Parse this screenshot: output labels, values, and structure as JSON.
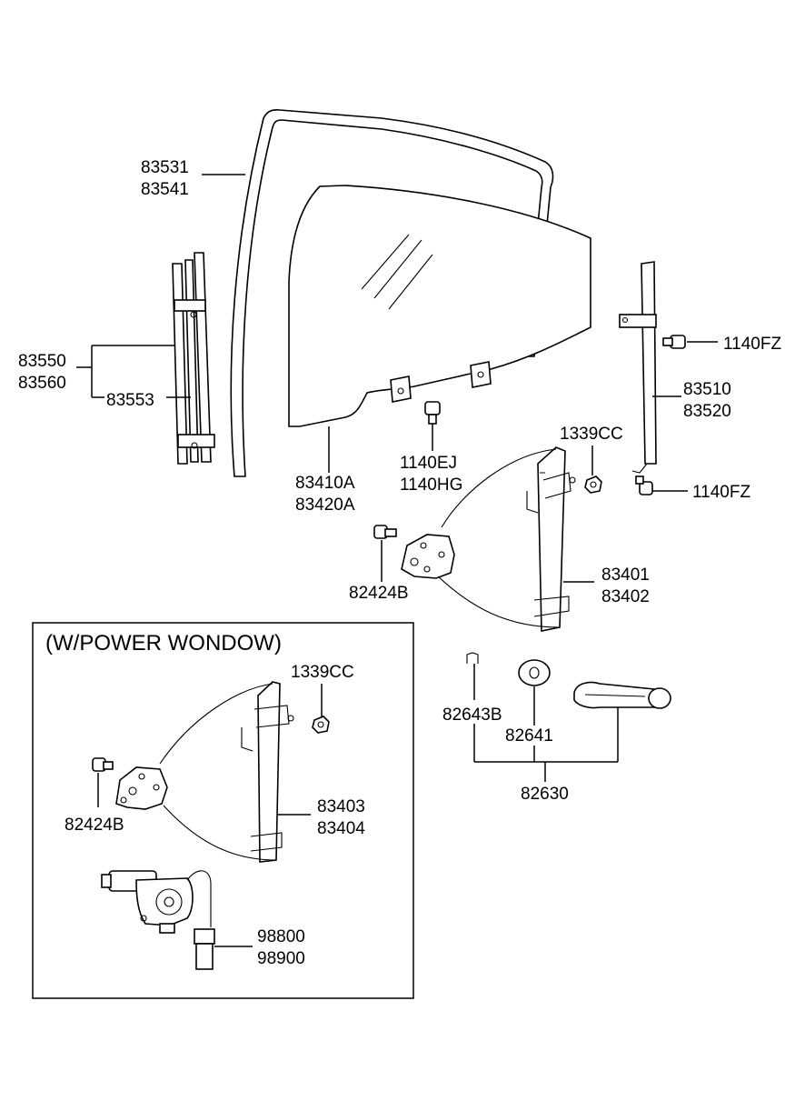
{
  "labels": {
    "p83531": "83531",
    "p83541": "83541",
    "p83550": "83550",
    "p83560": "83560",
    "p83553": "83553",
    "p83410A": "83410A",
    "p83420A": "83420A",
    "p1140EJ": "1140EJ",
    "p1140HG": "1140HG",
    "p1140FZ_top": "1140FZ",
    "p83510": "83510",
    "p83520": "83520",
    "p1339CC_top": "1339CC",
    "p1140FZ_bottom": "1140FZ",
    "p82424B_top": "82424B",
    "p83401": "83401",
    "p83402": "83402",
    "p82643B": "82643B",
    "p82641": "82641",
    "p82630": "82630"
  },
  "inset": {
    "title": "(W/POWER WONDOW)",
    "p1339CC": "1339CC",
    "p82424B": "82424B",
    "p83403": "83403",
    "p83404": "83404",
    "p98800": "98800",
    "p98900": "98900"
  }
}
